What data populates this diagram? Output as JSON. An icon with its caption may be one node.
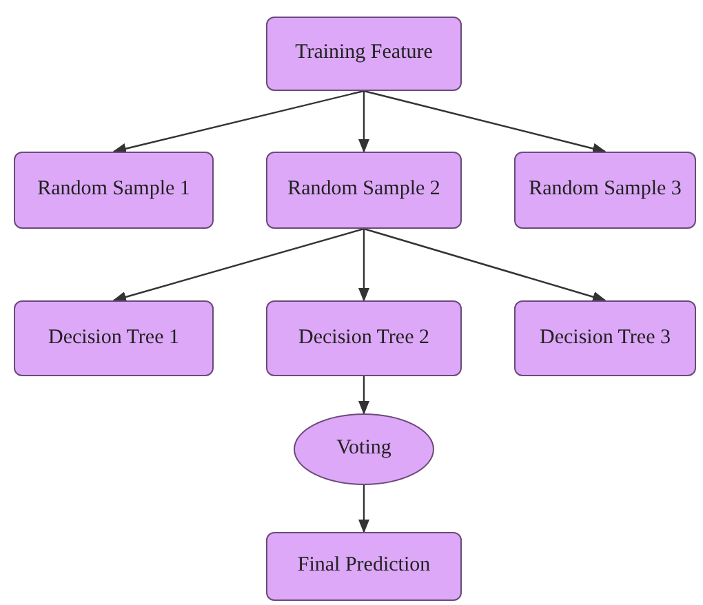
{
  "diagram": {
    "nodes": [
      {
        "text": [
          "Training Feature"
        ]
      },
      {
        "text": [
          "Random Sample 1"
        ]
      },
      {
        "text": [
          "Random Sample 2"
        ]
      },
      {
        "text": [
          "Random Sample 3"
        ]
      },
      {
        "text": [
          "Decision Tree 1"
        ]
      },
      {
        "text": [
          "Decision Tree 2"
        ]
      },
      {
        "text": [
          "Decision Tree 3"
        ]
      },
      {
        "text": [
          "Voting"
        ]
      },
      {
        "text": [
          "Final Prediction"
        ]
      }
    ],
    "edges": [
      {
        "from": 0,
        "to": 1,
        "arrow": "to"
      },
      {
        "from": 0,
        "to": 2,
        "arrow": "to"
      },
      {
        "from": 0,
        "to": 3,
        "arrow": "to"
      },
      {
        "from": 2,
        "to": 4,
        "arrow": "to"
      },
      {
        "from": 2,
        "to": 5,
        "arrow": "to"
      },
      {
        "from": 2,
        "to": 6,
        "arrow": "to"
      },
      {
        "from": 5,
        "to": 7,
        "arrow": "to"
      },
      {
        "from": 7,
        "to": 8,
        "arrow": "to"
      }
    ]
  }
}
